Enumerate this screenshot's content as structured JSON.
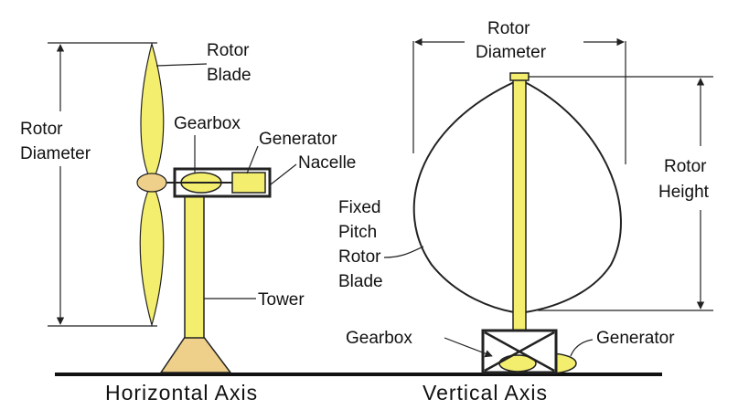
{
  "colors": {
    "component_fill": "#f4ee6e",
    "tower_base_fill": "#eed08a",
    "outline": "#222222"
  },
  "horizontal": {
    "caption": "Horizontal Axis",
    "rotor_diameter_line1": "Rotor",
    "rotor_diameter_line2": "Diameter",
    "rotor_blade_line1": "Rotor",
    "rotor_blade_line2": "Blade",
    "gearbox": "Gearbox",
    "generator": "Generator",
    "nacelle": "Nacelle",
    "tower": "Tower"
  },
  "vertical": {
    "caption": "Vertical Axis",
    "rotor_diameter_line1": "Rotor",
    "rotor_diameter_line2": "Diameter",
    "rotor_height_line1": "Rotor",
    "rotor_height_line2": "Height",
    "blade_line1": "Fixed",
    "blade_line2": "Pitch",
    "blade_line3": "Rotor",
    "blade_line4": "Blade",
    "gearbox": "Gearbox",
    "generator": "Generator"
  }
}
